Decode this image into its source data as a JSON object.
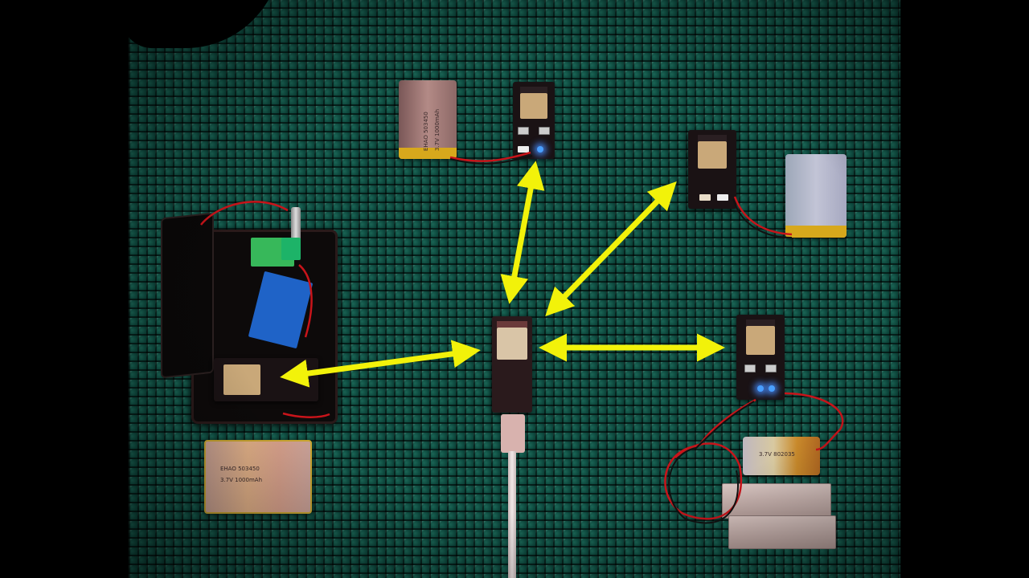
{
  "scene": {
    "description": "ESP32 boards communicating wirelessly in a hub-and-spoke layout on a green rubber mat",
    "background_color": "#000000",
    "mat_color": "#0e4a3f",
    "arrow_color": "#f2f20a"
  },
  "hub": {
    "name": "Central ESP32 board (USB powered)",
    "cable_color": "#e9dede"
  },
  "nodes": [
    {
      "id": "top",
      "name": "ESP32 dev board with LiPo battery",
      "battery_label": [
        "EHAO 503450",
        "3.7V 1000mAh"
      ],
      "led": "blue"
    },
    {
      "id": "top-right",
      "name": "ESP32 dev board with LiPo battery",
      "battery_label": []
    },
    {
      "id": "right",
      "name": "ESP32 dev board with small LiPo battery and charger box",
      "battery_label": [
        "3.7V 802035"
      ],
      "led": "blue"
    },
    {
      "id": "left",
      "name": "Audio enclosure with amplifier board, DAC board and ESP32",
      "battery_label": [
        "EHAO 503450",
        "3.7V 1000mAh"
      ]
    }
  ],
  "arrows": [
    {
      "from": "hub",
      "to": "top",
      "bidirectional": true
    },
    {
      "from": "hub",
      "to": "top-right",
      "bidirectional": true
    },
    {
      "from": "hub",
      "to": "right",
      "bidirectional": true
    },
    {
      "from": "hub",
      "to": "left",
      "bidirectional": true
    }
  ]
}
